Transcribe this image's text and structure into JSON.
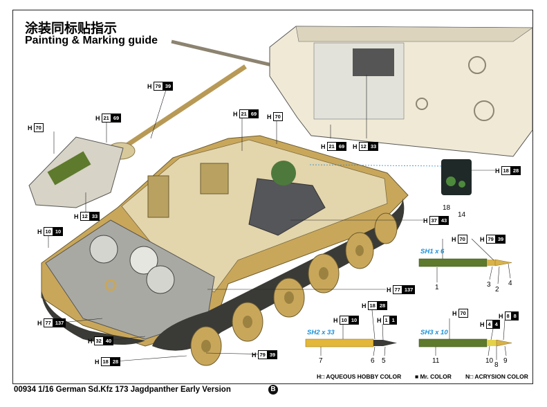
{
  "title": {
    "chinese": "涂装同标贴指示",
    "english": "Painting & Marking guide"
  },
  "footer": {
    "text": "00934 1/16 German Sd.Kfz 173 Jagdpanther Early Version",
    "sheet": "B"
  },
  "callouts": [
    {
      "h": "H",
      "a": "70",
      "b": ""
    },
    {
      "h": "H",
      "a": "79",
      "b": "39"
    },
    {
      "h": "H",
      "a": "21",
      "b": "69"
    },
    {
      "h": "H",
      "a": "21",
      "b": "69"
    },
    {
      "h": "H",
      "a": "70",
      "b": ""
    },
    {
      "h": "H",
      "a": "21",
      "b": "69"
    },
    {
      "h": "H",
      "a": "12",
      "b": "33"
    },
    {
      "h": "H",
      "a": "18",
      "b": "28"
    },
    {
      "h": "H",
      "a": "12",
      "b": "33"
    },
    {
      "h": "H",
      "a": "37",
      "b": "43"
    },
    {
      "h": "H",
      "a": "10",
      "b": "10"
    },
    {
      "h": "H",
      "a": "70",
      "b": ""
    },
    {
      "h": "H",
      "a": "79",
      "b": "39"
    },
    {
      "h": "H",
      "a": "77",
      "b": "137"
    },
    {
      "h": "H",
      "a": "18",
      "b": "28"
    },
    {
      "h": "H",
      "a": "10",
      "b": "10"
    },
    {
      "h": "H",
      "a": "1",
      "b": "1"
    },
    {
      "h": "H",
      "a": "77",
      "b": "137"
    },
    {
      "h": "H",
      "a": "70",
      "b": ""
    },
    {
      "h": "H",
      "a": "8",
      "b": "8"
    },
    {
      "h": "H",
      "a": "4",
      "b": "4"
    },
    {
      "h": "H",
      "a": "32",
      "b": "40"
    },
    {
      "h": "H",
      "a": "18",
      "b": "28"
    },
    {
      "h": "H",
      "a": "79",
      "b": "39"
    }
  ],
  "part_numbers": [
    "18",
    "14",
    "1",
    "2",
    "3",
    "4",
    "7",
    "6",
    "5",
    "11",
    "10",
    "8",
    "9"
  ],
  "shells": {
    "sh1": "SH1 x 6",
    "sh2": "SH2 x 33",
    "sh3": "SH3 x 10"
  },
  "legend": {
    "aqueous": "H□ AQUEOUS HOBBY COLOR",
    "mr": "■ Mr. COLOR",
    "acrysion": "N□ ACRYSION COLOR"
  },
  "colors": {
    "dunkelgelb": "#c9a75a",
    "panel": "#ebe4cf",
    "green": "#5e7a2c",
    "brass": "#d8b24a",
    "track": "#3a3a36"
  }
}
